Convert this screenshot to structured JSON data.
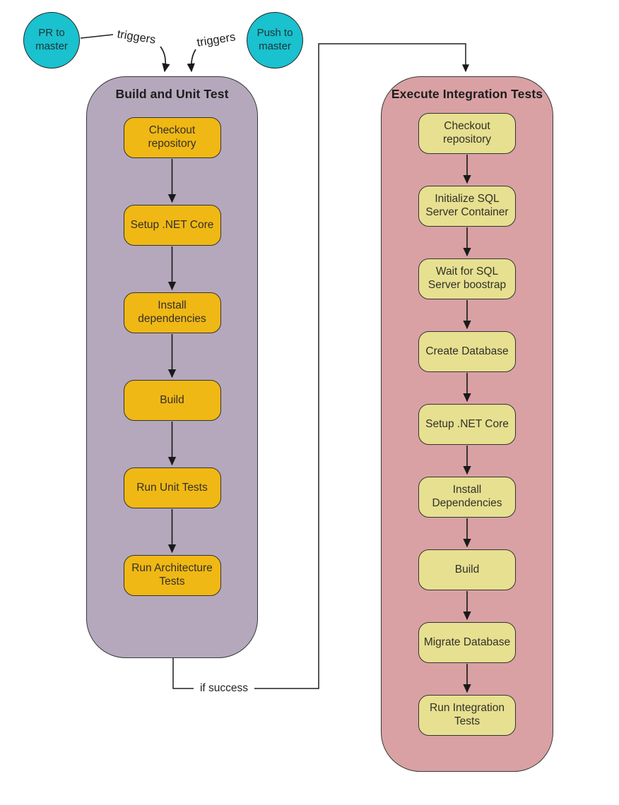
{
  "diagram": {
    "trigger_nodes": [
      {
        "label": "PR to master"
      },
      {
        "label": "Push to master"
      }
    ],
    "edge_labels": {
      "trigger_1": "triggers",
      "trigger_2": "triggers",
      "if_success": "if success"
    },
    "pipelines": [
      {
        "title": "Build and Unit Test",
        "steps": [
          "Checkout repository",
          "Setup .NET Core",
          "Install dependencies",
          "Build",
          "Run Unit Tests",
          "Run Architecture Tests"
        ]
      },
      {
        "title": "Execute Integration Tests",
        "steps": [
          "Checkout repository",
          "Initialize SQL Server Container",
          "Wait for SQL Server boostrap",
          "Create Database",
          "Setup .NET Core",
          "Install Dependencies",
          "Build",
          "Migrate Database",
          "Run Integration Tests"
        ]
      }
    ],
    "colors": {
      "trigger_node_fill": "#1ac1ce",
      "pipeline_1_fill": "#b5a8bc",
      "pipeline_2_fill": "#d9a1a4",
      "step_1_fill": "#f0b814",
      "step_2_fill": "#e6e090",
      "line_stroke": "#1f1f1f"
    }
  }
}
